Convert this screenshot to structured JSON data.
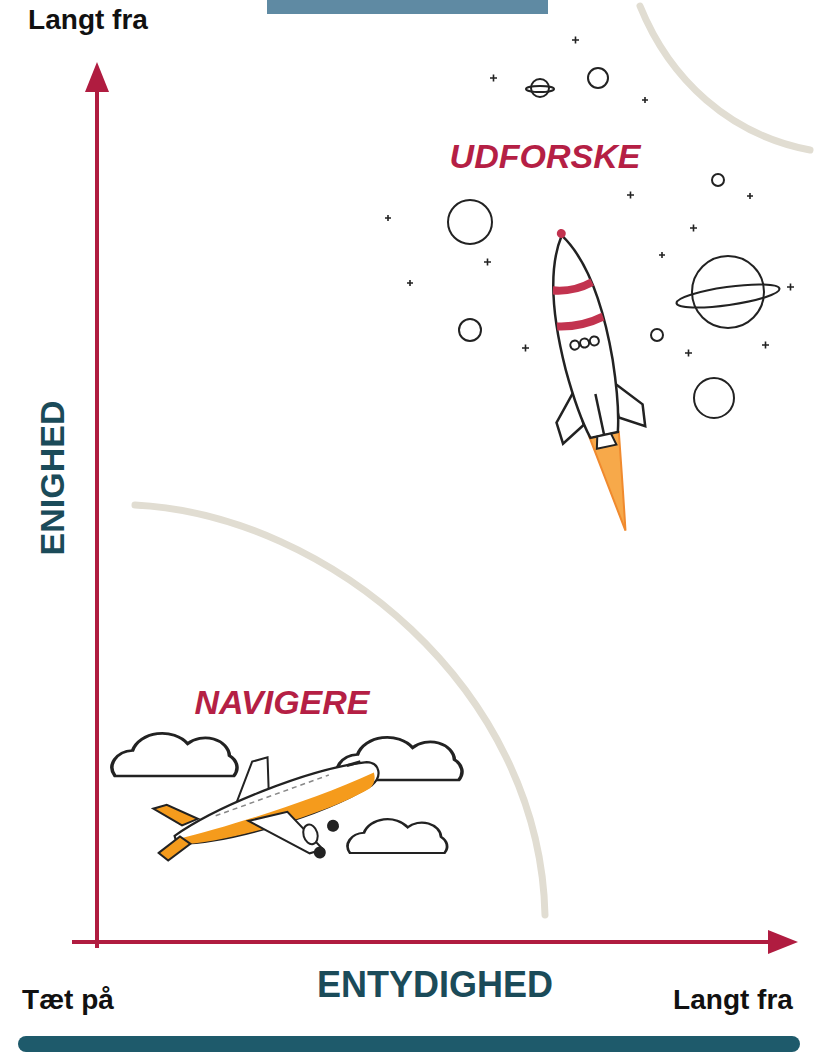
{
  "diagram": {
    "labels": [
      "Langt fra",
      "UDFORSKE",
      "ENIGHED",
      "NAVIGERE",
      "Tæt på",
      "ENTYDIGHED",
      "Langt fra"
    ]
  }
}
